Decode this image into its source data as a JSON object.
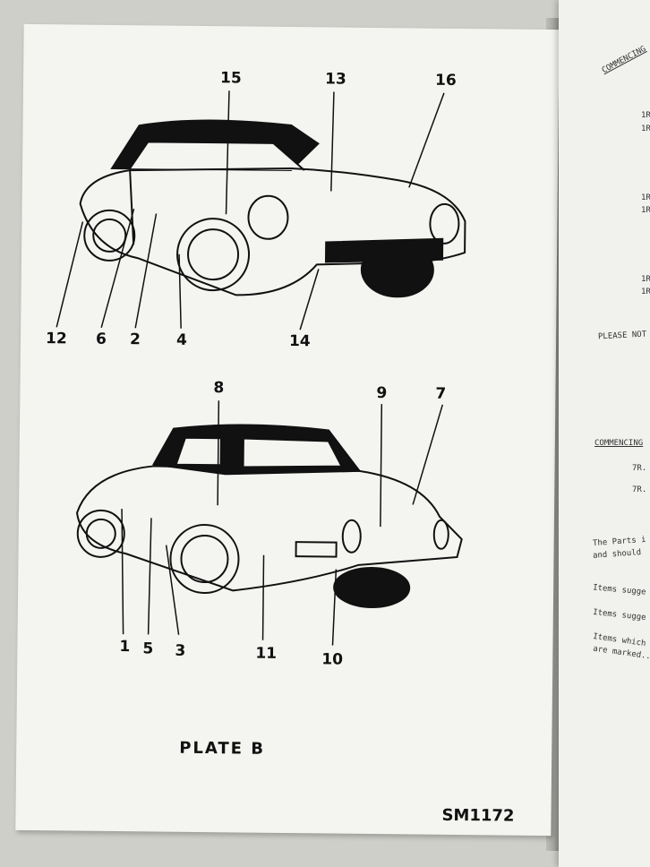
{
  "left_page": {
    "plate_title": "PLATE B",
    "code": "SM1172",
    "callouts_top_car": [
      "15",
      "13",
      "16",
      "12",
      "6",
      "2",
      "4",
      "14"
    ],
    "callouts_bottom_car": [
      "8",
      "9",
      "7",
      "1",
      "5",
      "3",
      "11",
      "10"
    ]
  },
  "right_page": {
    "lines": [
      "COMMENCING",
      "1R",
      "1R",
      "1R",
      "1R",
      "1R",
      "1R",
      "PLEASE NOT",
      "COMMENCING",
      "7R.",
      "7R.",
      "The Parts i",
      "and should",
      "Items sugge",
      "Items sugge",
      "Items which",
      "are marked.."
    ]
  }
}
